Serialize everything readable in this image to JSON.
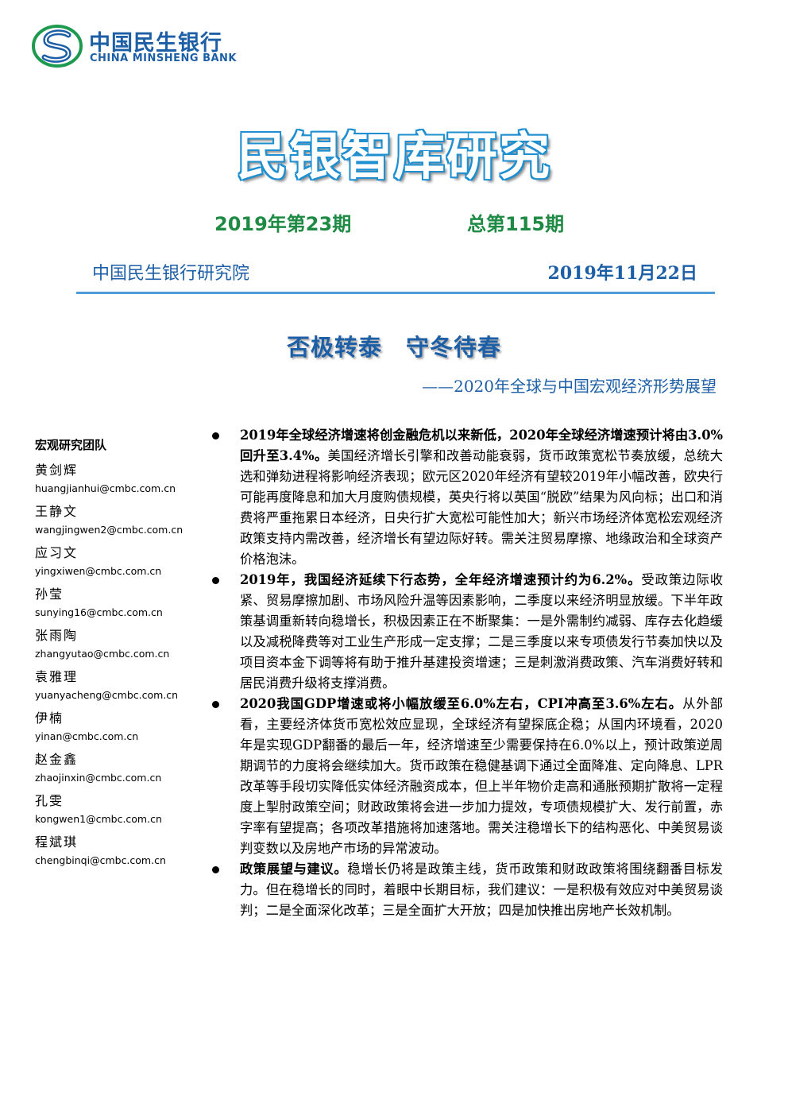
{
  "header": {
    "logo_cn": "中国民生银行",
    "logo_en": "CHINA MINSHENG BANK",
    "masthead": "民银智库研究",
    "issue_left": "2019年第23期",
    "issue_right": "总第115期",
    "institute": "中国民生银行研究院",
    "date": "2019年11月22日"
  },
  "colors": {
    "brand_blue": "#1d5fa6",
    "masthead_blue": "#1e8fd0",
    "issue_green": "#1e8a44",
    "rule": "#4e9dd6"
  },
  "article": {
    "title": "否极转泰　守冬待春",
    "subtitle": "——2020年全球与中国宏观经济形势展望"
  },
  "team": {
    "title": "宏观研究团队",
    "members": [
      {
        "name": "黄剑辉",
        "email": "huangjianhui@cmbc.com.cn"
      },
      {
        "name": "王静文",
        "email": "wangjingwen2@cmbc.com.cn"
      },
      {
        "name": "应习文",
        "email": "yingxiwen@cmbc.com.cn"
      },
      {
        "name": "孙莹",
        "email": "sunying16@cmbc.com.cn"
      },
      {
        "name": "张雨陶",
        "email": "zhangyutao@cmbc.com.cn"
      },
      {
        "name": "袁雅理",
        "email": "yuanyacheng@cmbc.com.cn"
      },
      {
        "name": "伊楠",
        "email": "yinan@cmbc.com.cn"
      },
      {
        "name": "赵金鑫",
        "email": "zhaojinxin@cmbc.com.cn"
      },
      {
        "name": "孔雯",
        "email": "kongwen1@cmbc.com.cn"
      },
      {
        "name": "程斌琪",
        "email": "chengbinqi@cmbc.com.cn"
      }
    ]
  },
  "bullets": [
    {
      "lead": "2019年全球经济增速将创金融危机以来新低，2020年全球经济增速预计将由3.0%回升至3.4%。",
      "body": "美国经济增长引擎和改善动能衰弱，货币政策宽松节奏放缓，总统大选和弹劾进程将影响经济表现；欧元区2020年经济有望较2019年小幅改善，欧央行可能再度降息和加大月度购债规模，英央行将以英国“脱欧”结果为风向标；出口和消费将严重拖累日本经济，日央行扩大宽松可能性加大；新兴市场经济体宽松宏观经济政策支持内需改善，经济增长有望边际好转。需关注贸易摩擦、地缘政治和全球资产价格泡沫。"
    },
    {
      "lead": "2019年，我国经济延续下行态势，全年经济增速预计约为6.2%。",
      "body": "受政策边际收紧、贸易摩擦加剧、市场风险升温等因素影响，二季度以来经济明显放缓。下半年政策基调重新转向稳增长，积极因素正在不断聚集：一是外需制约减弱、库存去化趋缓以及减税降费等对工业生产形成一定支撑；二是三季度以来专项债发行节奏加快以及项目资本金下调等将有助于推升基建投资增速；三是刺激消费政策、汽车消费好转和居民消费升级将支撑消费。"
    },
    {
      "lead": "2020我国GDP增速或将小幅放缓至6.0%左右，CPI冲高至3.6%左右。",
      "body": "从外部看，主要经济体货币宽松效应显现，全球经济有望探底企稳；从国内环境看，2020年是实现GDP翻番的最后一年，经济增速至少需要保持在6.0%以上，预计政策逆周期调节的力度将会继续加大。货币政策在稳健基调下通过全面降准、定向降息、LPR改革等手段切实降低实体经济融资成本，但上半年物价走高和通胀预期扩散将一定程度上掣肘政策空间；财政政策将会进一步加力提效，专项债规模扩大、发行前置，赤字率有望提高；各项改革措施将加速落地。需关注稳增长下的结构恶化、中美贸易谈判变数以及房地产市场的异常波动。"
    },
    {
      "lead": "政策展望与建议。",
      "body": "稳增长仍将是政策主线，货币政策和财政政策将围绕翻番目标发力。但在稳增长的同时，着眼中长期目标，我们建议：一是积极有效应对中美贸易谈判；二是全面深化改革；三是全面扩大开放；四是加快推出房地产长效机制。"
    }
  ]
}
